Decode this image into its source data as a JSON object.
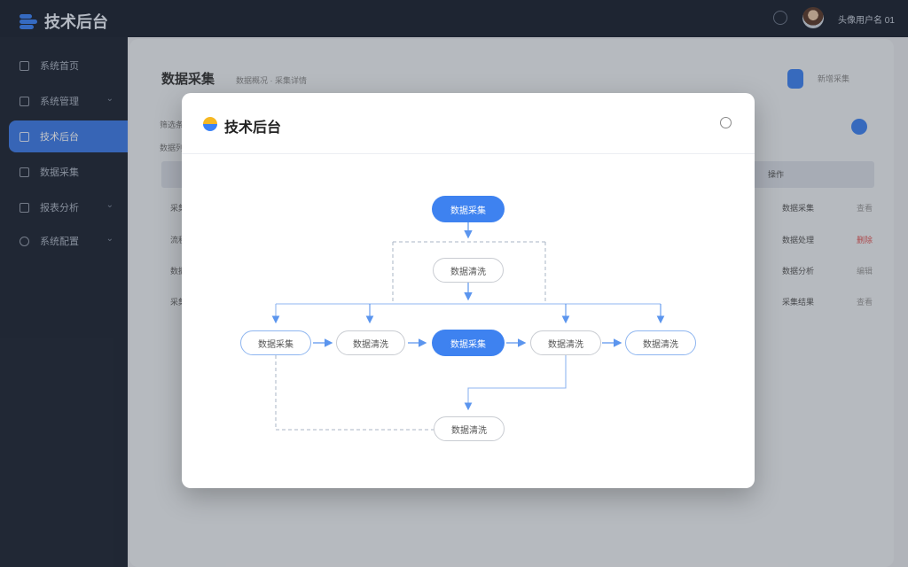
{
  "app": {
    "title": "技术后台",
    "user_name": "头像用户名 01"
  },
  "sidebar": {
    "items": [
      {
        "label": "系统首页"
      },
      {
        "label": "系统管理"
      },
      {
        "label": "技术后台"
      },
      {
        "label": "数据采集"
      },
      {
        "label": "报表分析"
      },
      {
        "label": "系统配置"
      }
    ]
  },
  "main": {
    "title": "数据采集",
    "subtitle": "数据概况  ·  采集详情",
    "button_label": "新增采集",
    "filter_label": "筛选条件",
    "section_label": "数据列表",
    "column_header": "操作",
    "rows_left": [
      "采集",
      "流程",
      "数据",
      "采集"
    ],
    "rows_right": [
      "数据采集",
      "数据处理",
      "数据分析",
      "采集结果"
    ],
    "row_actions": [
      "查看",
      "删除",
      "编辑",
      "查看"
    ]
  },
  "modal": {
    "title": "技术后台",
    "nodes": {
      "top": "数据采集",
      "second": "数据清洗",
      "row1": "数据采集",
      "row2": "数据清洗",
      "row3": "数据采集",
      "row4": "数据清洗",
      "row5": "数据清洗",
      "bottom": "数据清洗"
    }
  },
  "colors": {
    "accent": "#3e82f0",
    "sidebar_bg": "#1e2533",
    "logo_yellow": "#f6b823"
  }
}
